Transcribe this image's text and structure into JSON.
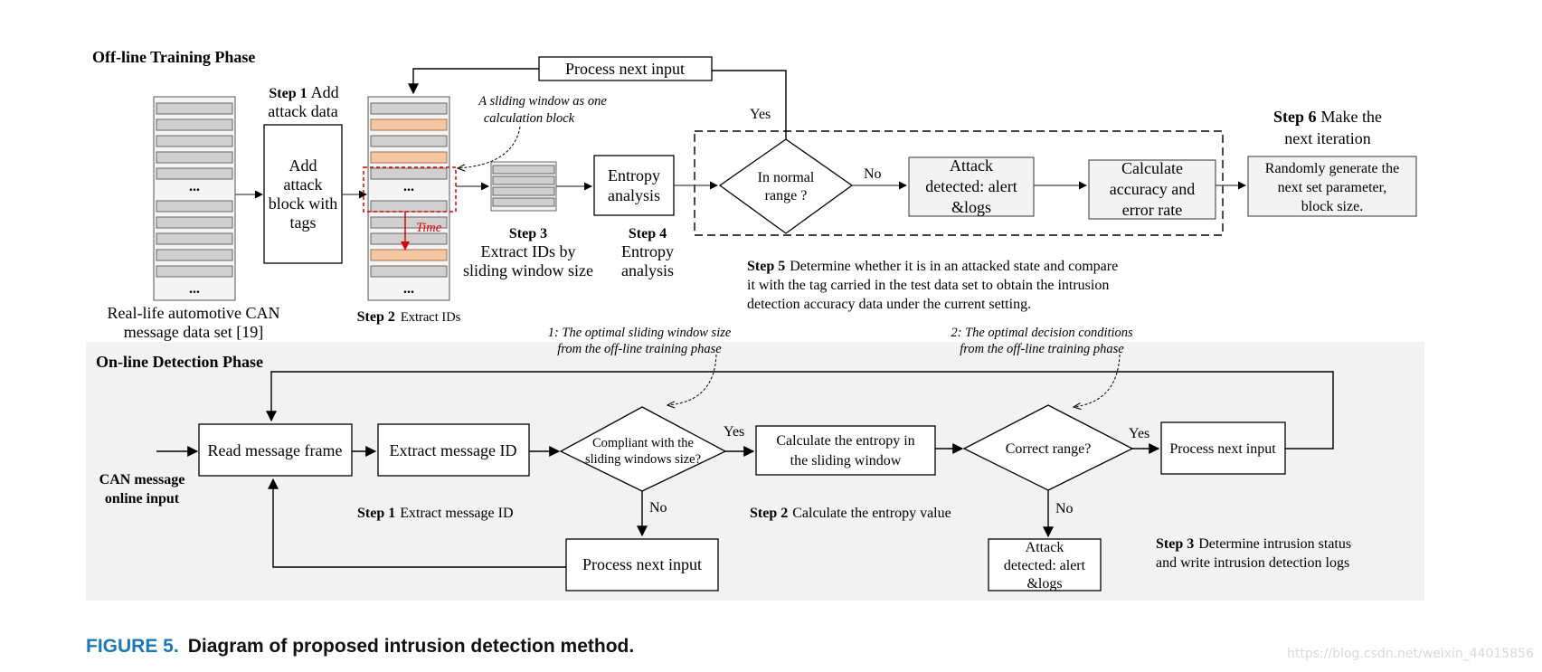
{
  "offline": {
    "title": "Off-line Training Phase",
    "process_next_input": "Process next input",
    "step1_num": "Step 1",
    "step1_text_a": "Add",
    "step1_text_b": "attack data",
    "add_block": [
      "Add",
      "attack",
      "block with",
      "tags"
    ],
    "sliding_note": [
      "A sliding window as one",
      "calculation block"
    ],
    "time": "Time",
    "ellipsis": "...",
    "dataset": [
      "Real-life automotive CAN",
      "message data set [19]"
    ],
    "step2_num": "Step 2",
    "step2_text": "Extract IDs",
    "step3_num": "Step 3",
    "step3_text": [
      "Extract IDs by",
      "sliding window size"
    ],
    "entropy_box": [
      "Entropy",
      "analysis"
    ],
    "step4_num": "Step 4",
    "step4_text": [
      "Entropy",
      "analysis"
    ],
    "yes": "Yes",
    "no": "No",
    "normal_range": [
      "In normal",
      "range ?"
    ],
    "attack_detected": [
      "Attack",
      "detected: alert",
      "&logs"
    ],
    "calc_accuracy": [
      "Calculate",
      "accuracy and",
      "error rate"
    ],
    "step6_num": "Step 6",
    "step6_text_a": "Make the",
    "step6_text_b": "next iteration",
    "random_box": [
      "Randomly generate the",
      "next set parameter,",
      "block size."
    ],
    "step5_num": "Step 5",
    "step5_text": [
      "Determine whether it is in an attacked state and compare",
      "it with the tag carried in the test data set to obtain the intrusion",
      "detection accuracy data under the current setting."
    ]
  },
  "online": {
    "note1": [
      "1: The optimal sliding  window size",
      "from the off-line training phase"
    ],
    "note2": [
      "2: The optimal decision conditions",
      "from the off-line training phase"
    ],
    "title": "On-line Detection Phase",
    "input_label": [
      "CAN message",
      "online input"
    ],
    "read_frame": "Read message frame",
    "extract_id": "Extract message ID",
    "compliant": [
      "Compliant with the",
      "sliding windows size?"
    ],
    "yes": "Yes",
    "no": "No",
    "calc_entropy": [
      "Calculate the entropy in",
      "the sliding window"
    ],
    "correct_range": "Correct range?",
    "process_next_input": "Process next input",
    "step1_num": "Step 1",
    "step1_text": "Extract message ID",
    "step2_num": "Step 2",
    "step2_text": "Calculate the entropy value",
    "step3_num": "Step 3",
    "step3_text": [
      "Determine intrusion status",
      "and write intrusion detection logs"
    ],
    "attack_detected": [
      "Attack",
      "detected: alert",
      "&logs"
    ]
  },
  "caption": {
    "label": "FIGURE 5.",
    "text": "Diagram of proposed intrusion detection method."
  },
  "watermark": "https://blog.csdn.net/weixin_44015856",
  "colors": {
    "orange": "#f5c6a1",
    "gray_row": "#d0d0d0",
    "red": "#e00000",
    "panel": "#f2f2f2",
    "caption_blue": "#1b78b8"
  }
}
